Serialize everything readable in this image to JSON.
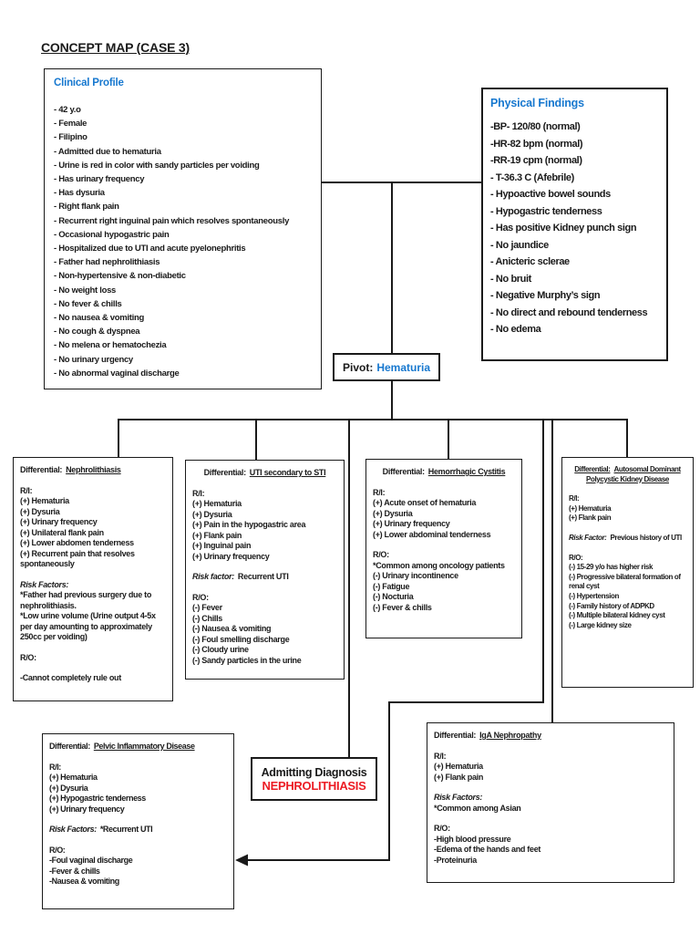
{
  "page": {
    "title": "CONCEPT MAP (CASE 3)"
  },
  "colors": {
    "accent_blue": "#1778cf",
    "diagnosis_red": "#ec1c24",
    "line_black": "#1a1a1a"
  },
  "clinical_profile": {
    "title": "Clinical Profile",
    "items": [
      "- 42 y.o",
      "- Female",
      "- Filipino",
      "- Admitted due to hematuria",
      "- Urine is red in color with sandy particles per voiding",
      "- Has urinary frequency",
      "- Has dysuria",
      "- Right flank pain",
      "- Recurrent right inguinal pain which resolves spontaneously",
      "- Occasional hypogastric pain",
      "- Hospitalized due to UTI and acute pyelonephritis",
      "- Father had nephrolithiasis",
      "- Non-hypertensive & non-diabetic",
      "- No weight loss",
      "- No fever & chills",
      "- No nausea & vomiting",
      "- No cough & dyspnea",
      "- No melena or hematochezia",
      "- No urinary urgency",
      "- No abnormal vaginal discharge"
    ]
  },
  "physical_findings": {
    "title": "Physical Findings",
    "items": [
      "-BP- 120/80 (normal)",
      "-HR-82 bpm (normal)",
      "-RR-19 cpm (normal)",
      "- T-36.3 C (Afebrile)",
      "- Hypoactive bowel sounds",
      "- Hypogastric tenderness",
      "- Has positive Kidney punch sign",
      "- No jaundice",
      "- Anicteric sclerae",
      "- No bruit",
      "- Negative Murphy’s sign",
      "- No direct and rebound tenderness",
      "- No edema"
    ]
  },
  "pivot": {
    "label": "Pivot:",
    "value": "Hematuria"
  },
  "differentials": {
    "nephrolithiasis": {
      "title_label": "Differential:",
      "title_name": "Nephrolithiasis",
      "ri_label": "R/I:",
      "ri_items": [
        "(+) Hematuria",
        "(+) Dysuria",
        "(+) Urinary frequency",
        "(+) Unilateral flank pain",
        "(+) Lower abdomen tenderness",
        "(+) Recurrent pain that resolves spontaneously"
      ],
      "risk_label": "Risk Factors:",
      "risk_items": [
        "*Father had previous surgery due to nephrolithiasis.",
        "*Low urine volume (Urine output 4-5x per day amounting to approximately 250cc per voiding)"
      ],
      "ro_label": "R/O:",
      "ro_items": [
        "-Cannot completely rule out"
      ]
    },
    "uti_sti": {
      "title_label": "Differential:",
      "title_name": "UTI secondary to STI",
      "ri_label": "R/I:",
      "ri_items": [
        "(+) Hematuria",
        "(+) Dysuria",
        "(+) Pain in the hypogastric area",
        "(+) Flank pain",
        "(+) Inguinal pain",
        "(+) Urinary frequency"
      ],
      "risk_label": "Risk factor:",
      "risk_value": "Recurrent UTI",
      "ro_label": "R/O:",
      "ro_items": [
        "(-) Fever",
        "(-) Chills",
        "(-) Nausea & vomiting",
        "(-) Foul smelling discharge",
        "(-) Cloudy urine",
        "(-) Sandy particles in the urine"
      ]
    },
    "hemorrhagic_cystitis": {
      "title_label": "Differential:",
      "title_name": "Hemorrhagic Cystitis",
      "ri_label": "R/I:",
      "ri_items": [
        "(+) Acute onset of hematuria",
        "(+) Dysuria",
        "(+) Urinary frequency",
        "(+) Lower abdominal tenderness"
      ],
      "ro_label": "R/O:",
      "ro_items": [
        "*Common among oncology patients",
        "(-) Urinary incontinence",
        "(-) Fatigue",
        "(-) Nocturia",
        "(-) Fever & chills"
      ]
    },
    "adpkd": {
      "title_label": "Differential:",
      "title_name": "Autosomal Dominant Polycystic Kidney Disease",
      "ri_label": "R/I:",
      "ri_items": [
        "(+) Hematuria",
        "(+) Flank pain"
      ],
      "risk_label": "Risk Factor:",
      "risk_value": "Previous history of UTI",
      "ro_label": "R/O:",
      "ro_items": [
        "(-) 15-29 y/o has higher risk",
        "(-) Progressive bilateral formation of renal cyst",
        "(-) Hypertension",
        "(-) Family history of ADPKD",
        "(-) Multiple bilateral kidney cyst",
        "(-) Large kidney size"
      ]
    },
    "pid": {
      "title_label": "Differential:",
      "title_name": "Pelvic Inflammatory Disease",
      "ri_label": "R/I:",
      "ri_items": [
        "(+) Hematuria",
        "(+) Dysuria",
        "(+) Hypogastric tenderness",
        "(+) Urinary frequency"
      ],
      "risk_label": "Risk Factors:",
      "risk_value": "*Recurrent UTI",
      "ro_label": "R/O:",
      "ro_items": [
        "-Foul vaginal discharge",
        "-Fever & chills",
        "-Nausea & vomiting"
      ]
    },
    "iga": {
      "title_label": "Differential:",
      "title_name": "IgA Nephropathy",
      "ri_label": "R/I:",
      "ri_items": [
        "(+) Hematuria",
        "(+) Flank pain"
      ],
      "risk_label": "Risk Factors:",
      "risk_items": [
        "*Common among Asian"
      ],
      "ro_label": "R/O:",
      "ro_items": [
        "-High blood pressure",
        "-Edema of the hands and feet",
        "-Proteinuria"
      ]
    }
  },
  "admitting_diagnosis": {
    "label": "Admitting Diagnosis",
    "value": "NEPHROLITHIASIS"
  }
}
